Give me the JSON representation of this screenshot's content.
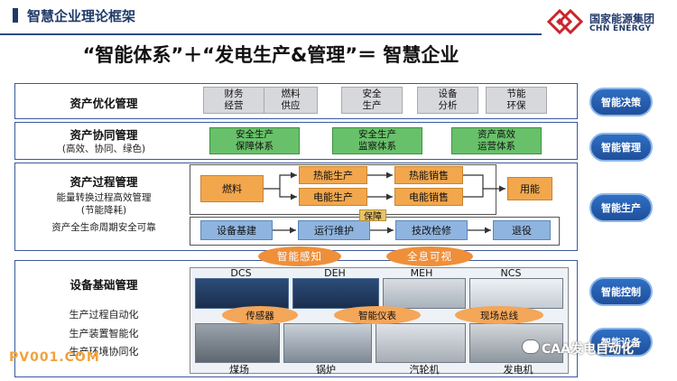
{
  "header": {
    "title": "智慧企业理论框架",
    "logo_cn": "国家能源集团",
    "logo_en": "CHN ENERGY",
    "subtitle": "“智能体系”＋“发电生产&管理”＝ 智慧企业"
  },
  "rows": {
    "asset_opt": {
      "label": "资产优化管理",
      "boxes": [
        "财务\n经营",
        "燃料\n供应",
        "安全\n生产",
        "设备\n分析",
        "节能\n环保"
      ]
    },
    "asset_coord": {
      "label": "资产协同管理",
      "sub": "(高效、协同、绿色)",
      "boxes": [
        "安全生产\n保障体系",
        "安全生产\n监察体系",
        "资产高效\n运营体系"
      ]
    },
    "asset_process": {
      "label": "资产过程管理",
      "sub1": "能量转换过程高效管理",
      "sub2": "(节能降耗)",
      "sub3": "资产全生命周期安全可靠",
      "fuel": "燃料",
      "heat_prod": "热能生产",
      "elec_prod": "电能生产",
      "heat_sale": "热能销售",
      "elec_sale": "电能销售",
      "use": "用能",
      "guarantee": "保障",
      "lifecycle": [
        "设备基建",
        "运行维护",
        "技改检修",
        "退役"
      ]
    },
    "infra": {
      "label": "设备基础管理",
      "items": [
        "生产过程自动化",
        "生产装置智能化",
        "生产环境协同化"
      ],
      "ovals_top": [
        "智能感知",
        "全息可视"
      ],
      "screens": [
        "DCS",
        "DEH",
        "MEH",
        "NCS"
      ],
      "ovals_mid": [
        "传感器",
        "智能仪表",
        "现场总线"
      ],
      "photos": [
        "煤场",
        "锅炉",
        "汽轮机",
        "发电机"
      ]
    }
  },
  "side_buttons": [
    "智能决策",
    "智能管理",
    "智能生产",
    "智能控制",
    "智能设备"
  ],
  "watermarks": {
    "left": "PV001.COM",
    "right": "CAA发电自动化"
  },
  "colors": {
    "frame": "#3a5a9b",
    "green": "#68c16a",
    "orange": "#f2a74d",
    "blue": "#8fb4df",
    "side_button": "#2f6fc4"
  }
}
